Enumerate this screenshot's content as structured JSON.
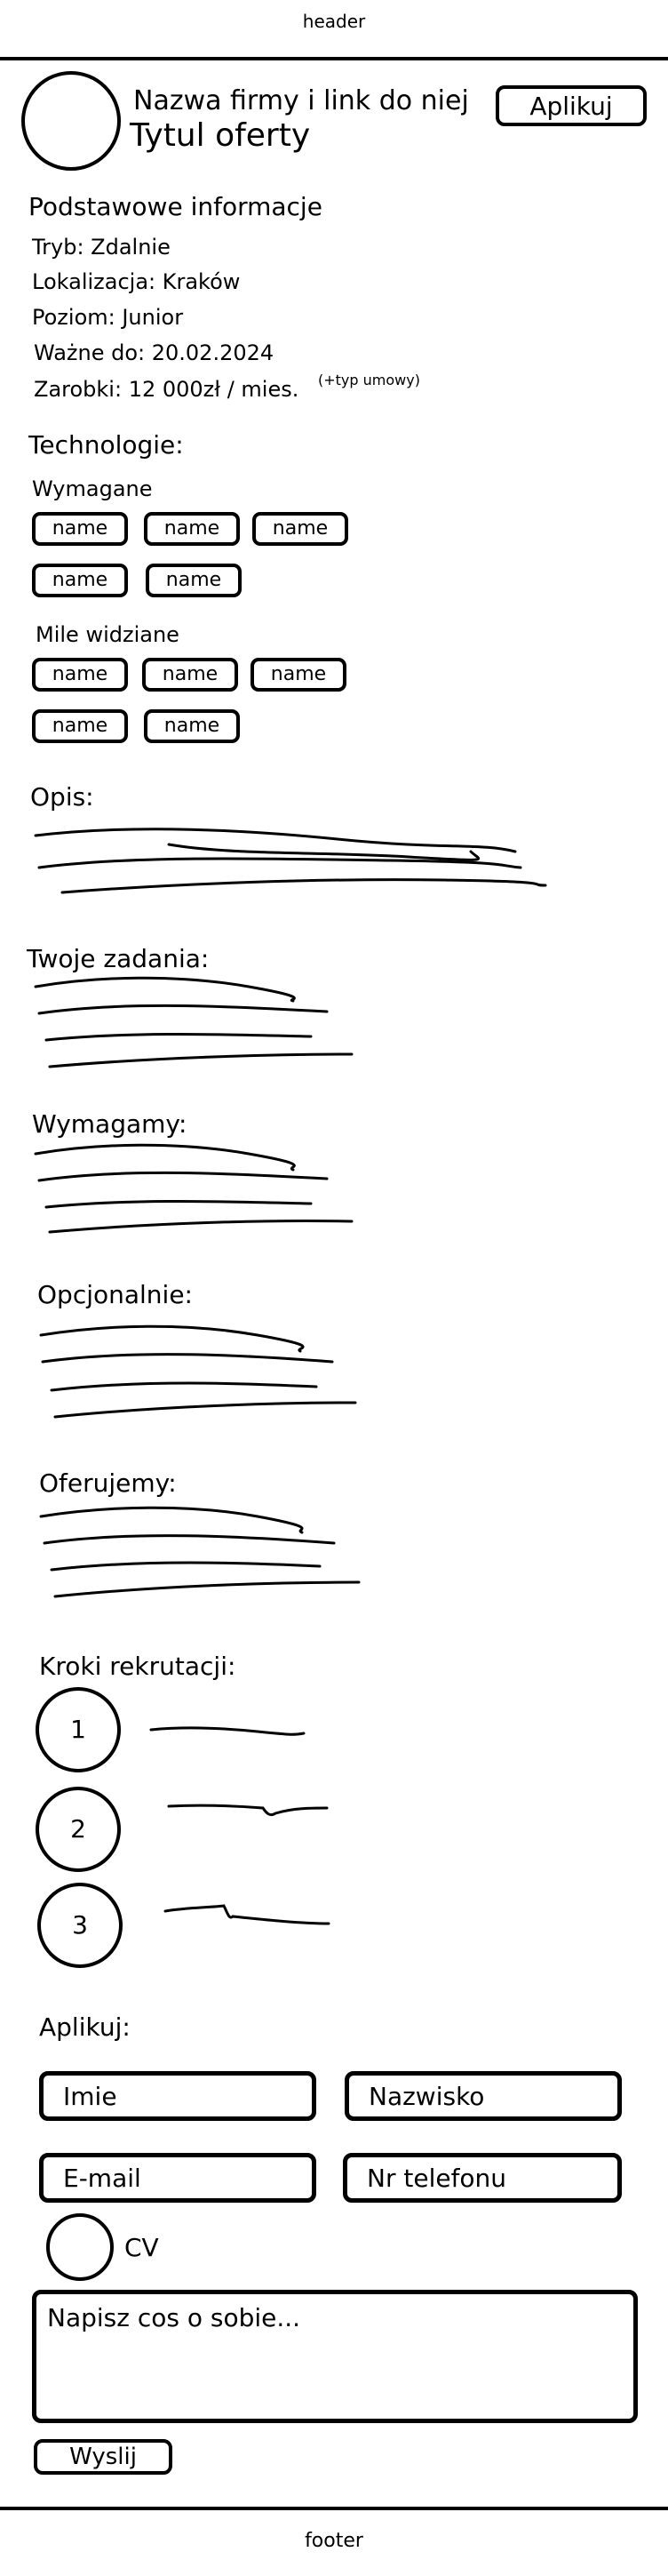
{
  "header": {
    "label": "header"
  },
  "footer": {
    "label": "footer"
  },
  "company": {
    "name_link": "Nazwa firmy i link do niej"
  },
  "job": {
    "title": "Tytul oferty"
  },
  "apply_button_top": "Aplikuj",
  "basic_info": {
    "heading": "Podstawowe informacje",
    "mode": "Tryb: Zdalnie",
    "location": "Lokalizacja: Kraków",
    "level": "Poziom: Junior",
    "valid_until": "Ważne do: 20.02.2024",
    "salary": "Zarobki: 12 000zł / mies.",
    "contract_note": "(+typ umowy)"
  },
  "technologies": {
    "heading": "Technologie:",
    "required_heading": "Wymagane",
    "required": [
      "name",
      "name",
      "name",
      "name",
      "name"
    ],
    "nice_heading": "Mile widziane",
    "nice": [
      "name",
      "name",
      "name",
      "name",
      "name"
    ]
  },
  "sections": {
    "description": "Opis:",
    "tasks": "Twoje zadania:",
    "requirements": "Wymagamy:",
    "optional": "Opcjonalnie:",
    "offer": "Oferujemy:",
    "recruitment": "Kroki rekrutacji:"
  },
  "recruitment_steps": [
    "1",
    "2",
    "3"
  ],
  "apply_form": {
    "heading": "Aplikuj:",
    "first_name_placeholder": "Imie",
    "last_name_placeholder": "Nazwisko",
    "email_placeholder": "E-mail",
    "phone_placeholder": "Nr telefonu",
    "cv_label": "CV",
    "about_placeholder": "Napisz cos o sobie...",
    "submit_label": "Wyslij"
  }
}
